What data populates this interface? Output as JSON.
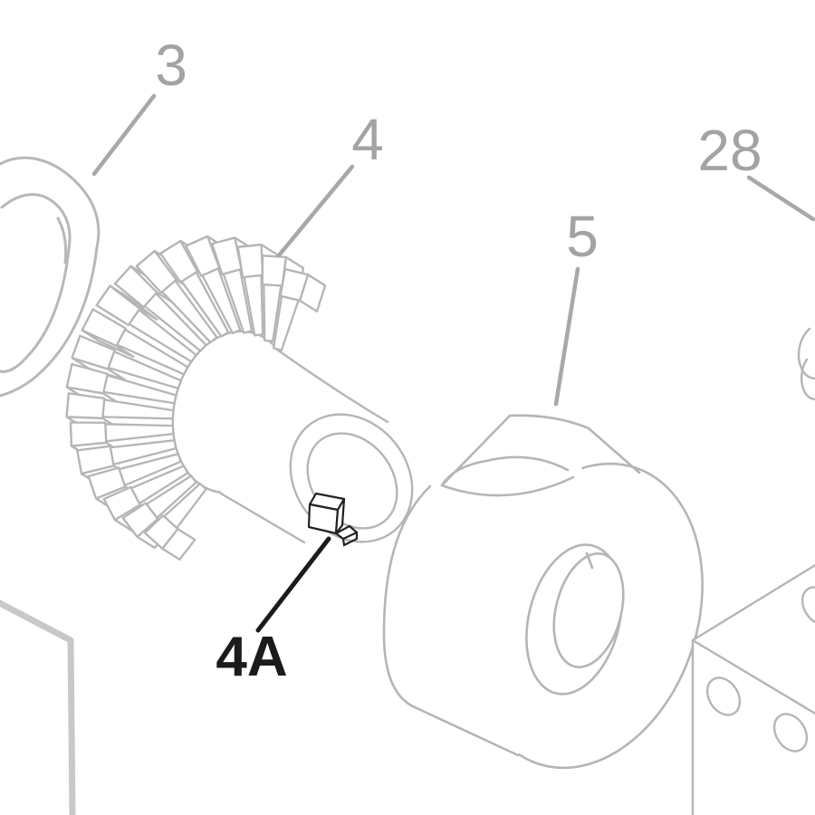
{
  "diagram": {
    "type": "exploded-parts-diagram",
    "background": "#ffffff",
    "colors": {
      "outline": "#b5b5b5",
      "leader": "#a8a8a8",
      "label": "#a3a3a3",
      "highlight": "#1b1b1b",
      "plate": "#c8c8c8"
    },
    "labels": {
      "part3": "3",
      "part4": "4",
      "part4a": "4A",
      "part5": "5",
      "part28": "28"
    }
  }
}
